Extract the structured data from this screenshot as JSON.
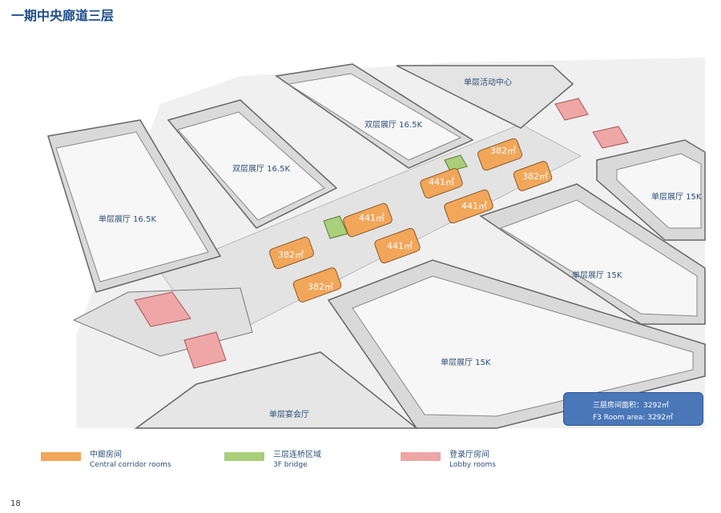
{
  "page_title": "一期中央廊道三层",
  "halls": {
    "h1": "单层展厅 16.5K",
    "h2": "双层展厅 16.5K",
    "h3": "双层展厅 16.5K",
    "h4": "单层活动中心",
    "h5": "单层展厅 15K",
    "h6": "单层展厅 15K",
    "h7": "单层展厅 15K",
    "h8": "单层宴会厅"
  },
  "rooms": {
    "r1": "382㎡",
    "r2": "382㎡",
    "r3": "441㎡",
    "r4": "441㎡",
    "r5": "441㎡",
    "r6": "441㎡",
    "r7": "382㎡",
    "r8": "382㎡"
  },
  "info": {
    "cn_label": "三层房间面积：",
    "cn_value": "3292㎡",
    "en_label": "F3 Room area:",
    "en_value": "3292㎡"
  },
  "legend": [
    {
      "cn": "中廊房间",
      "en": "Central corridor rooms",
      "color": "#f2a65a"
    },
    {
      "cn": "三层连桥区域",
      "en": "3F bridge",
      "color": "#a9cf7a"
    },
    {
      "cn": "登录厅房间",
      "en": "Lobby rooms",
      "color": "#eea6a6"
    }
  ],
  "page_number": "18"
}
